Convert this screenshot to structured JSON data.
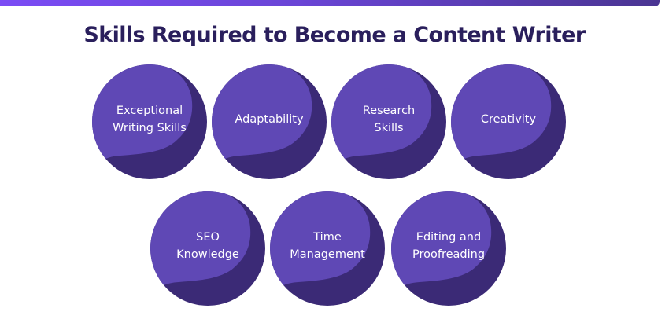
{
  "title": "Skills Required to Become a Content Writer",
  "colors": {
    "title": "#2a1f5c",
    "circle_light": "#5f48b5",
    "circle_dark": "#3b2a76",
    "bar_start": "#7b4cf5",
    "bar_end": "#4a3592"
  },
  "skills": [
    {
      "label": "Exceptional\nWriting Skills"
    },
    {
      "label": "Adaptability"
    },
    {
      "label": "Research\nSkills"
    },
    {
      "label": "Creativity"
    },
    {
      "label": "SEO\nKnowledge"
    },
    {
      "label": "Time\nManagement"
    },
    {
      "label": "Editing and\nProofreading"
    }
  ]
}
